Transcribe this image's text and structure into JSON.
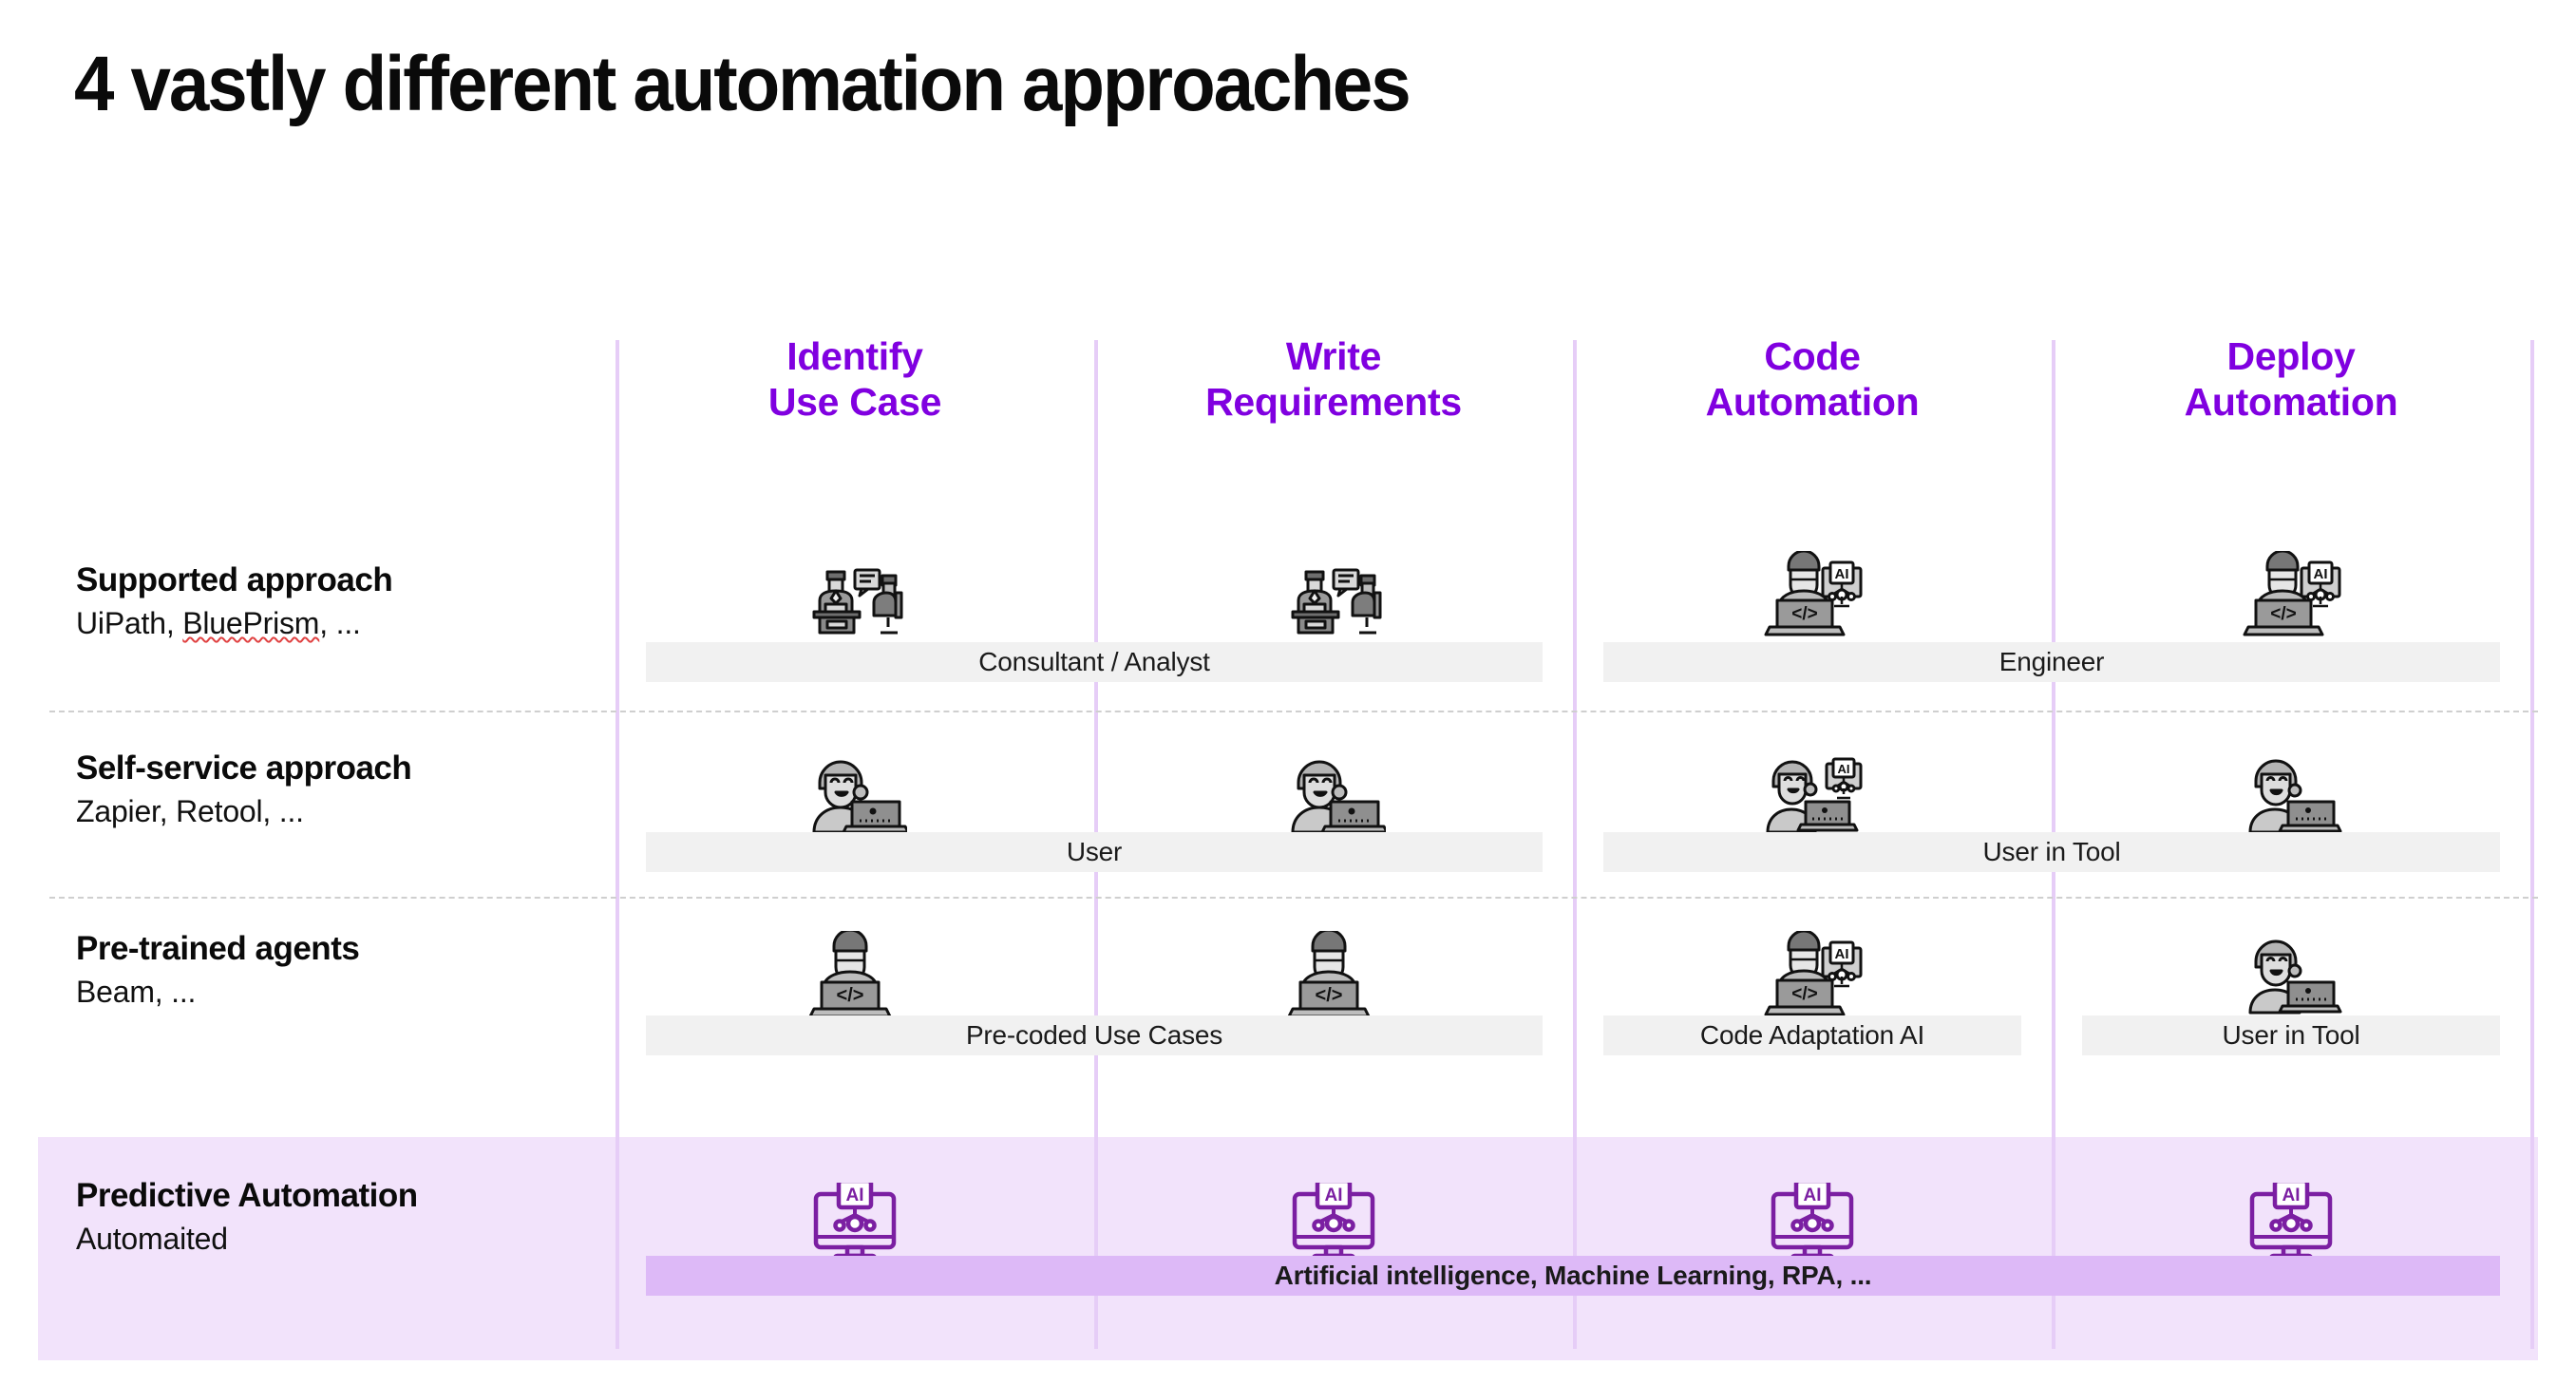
{
  "slide": {
    "title": "4 vastly different automation approaches",
    "accent_color": "#8000E0",
    "band_color": "#f2e3fb",
    "bar_color": "#f1f1f1",
    "bar_purple_color": "#ddb9f7",
    "separator_color": "#e6cdf7"
  },
  "columns": [
    {
      "line1": "Identify",
      "line2": "Use Case"
    },
    {
      "line1": "Write",
      "line2": "Requirements"
    },
    {
      "line1": "Code",
      "line2": "Automation"
    },
    {
      "line1": "Deploy",
      "line2": "Automation"
    }
  ],
  "rows": [
    {
      "title": "Supported approach",
      "sub_pre": "UiPath, ",
      "sub_misspelled": "BluePrism",
      "sub_post": ", ...",
      "icons": [
        "consultation-desk-icon",
        "consultation-desk-icon",
        "engineer-ai-icon",
        "engineer-ai-icon"
      ],
      "bars": [
        {
          "label": "Consultant / Analyst",
          "span_start": 1,
          "span_end": 2
        },
        {
          "label": "Engineer",
          "span_start": 3,
          "span_end": 4
        }
      ]
    },
    {
      "title": "Self-service approach",
      "sub_pre": "Zapier, Retool,  ...",
      "sub_misspelled": "",
      "sub_post": "",
      "icons": [
        "user-laptop-icon",
        "user-laptop-icon",
        "user-tool-ai-icon",
        "user-tool-icon"
      ],
      "bars": [
        {
          "label": "User",
          "span_start": 1,
          "span_end": 2
        },
        {
          "label": "User in Tool",
          "span_start": 3,
          "span_end": 4
        }
      ]
    },
    {
      "title": "Pre-trained agents",
      "sub_pre": "Beam, ...",
      "sub_misspelled": "",
      "sub_post": "",
      "icons": [
        "coder-laptop-icon",
        "coder-laptop-icon",
        "engineer-ai-icon",
        "user-tool-icon"
      ],
      "bars": [
        {
          "label": "Pre-coded Use Cases",
          "span_start": 1,
          "span_end": 2
        },
        {
          "label": "Code Adaptation AI",
          "span_start": 3,
          "span_end": 3
        },
        {
          "label": "User in Tool",
          "span_start": 4,
          "span_end": 4
        }
      ]
    },
    {
      "title": "Predictive Automation",
      "sub_pre": "Automaited",
      "sub_misspelled": "",
      "sub_post": "",
      "icons": [
        "ai-monitor-icon",
        "ai-monitor-icon",
        "ai-monitor-icon",
        "ai-monitor-icon"
      ],
      "bars": [
        {
          "label": "Artificial intelligence, Machine Learning, RPA, ...",
          "span_start": 1,
          "span_end": 4
        }
      ]
    }
  ]
}
